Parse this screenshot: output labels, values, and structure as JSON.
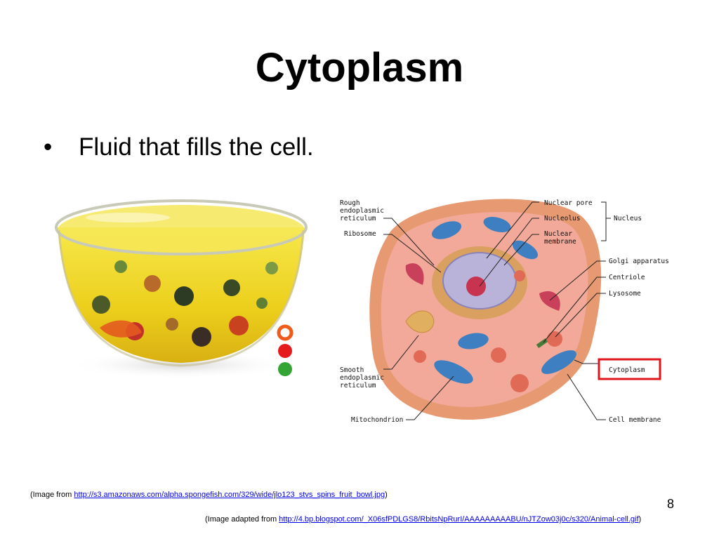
{
  "slide": {
    "title": "Cytoplasm",
    "bullet_symbol": "•",
    "bullet_text": "Fluid that fills the cell.",
    "page_number": "8"
  },
  "captions": {
    "image1_prefix": "(Image from ",
    "image1_url": "http://s3.amazonaws.com/alpha.spongefish.com/329/wide/jlo123_stvs_spins_fruit_bowl.jpg",
    "image1_suffix": ")",
    "image2_prefix": "(Image adapted from ",
    "image2_url": "http://4.bp.blogspot.com/_X06sfPDLGS8/RbitsNpRurI/AAAAAAAAABU/nJTZow03j0c/s320/Animal-cell.gif",
    "image2_suffix": ")"
  },
  "cell_labels": {
    "rough_er": [
      "Rough",
      "endoplasmic",
      "reticulum"
    ],
    "ribosome": "Ribosome",
    "smooth_er": [
      "Smooth",
      "endoplasmic",
      "reticulum"
    ],
    "mitochondrion": "Mitochondrion",
    "nuclear_pore": "Nuclear pore",
    "nucleolus": "Nucleolus",
    "nuclear_membrane": [
      "Nuclear",
      "membrane"
    ],
    "nucleus": "Nucleus",
    "golgi": "Golgi apparatus",
    "centriole": "Centriole",
    "lysosome": "Lysosome",
    "cytoplasm": "Cytoplasm",
    "cell_membrane": "Cell membrane"
  },
  "colors": {
    "highlight_box": "#e0141b",
    "jello": "#f2dc2a",
    "cytoplasm": "#f2a99a",
    "cell_membrane": "#e79a72",
    "nucleus": "#b9b3d9",
    "mitochondria": "#3d7fc0",
    "lysosome": "#e06a55"
  }
}
